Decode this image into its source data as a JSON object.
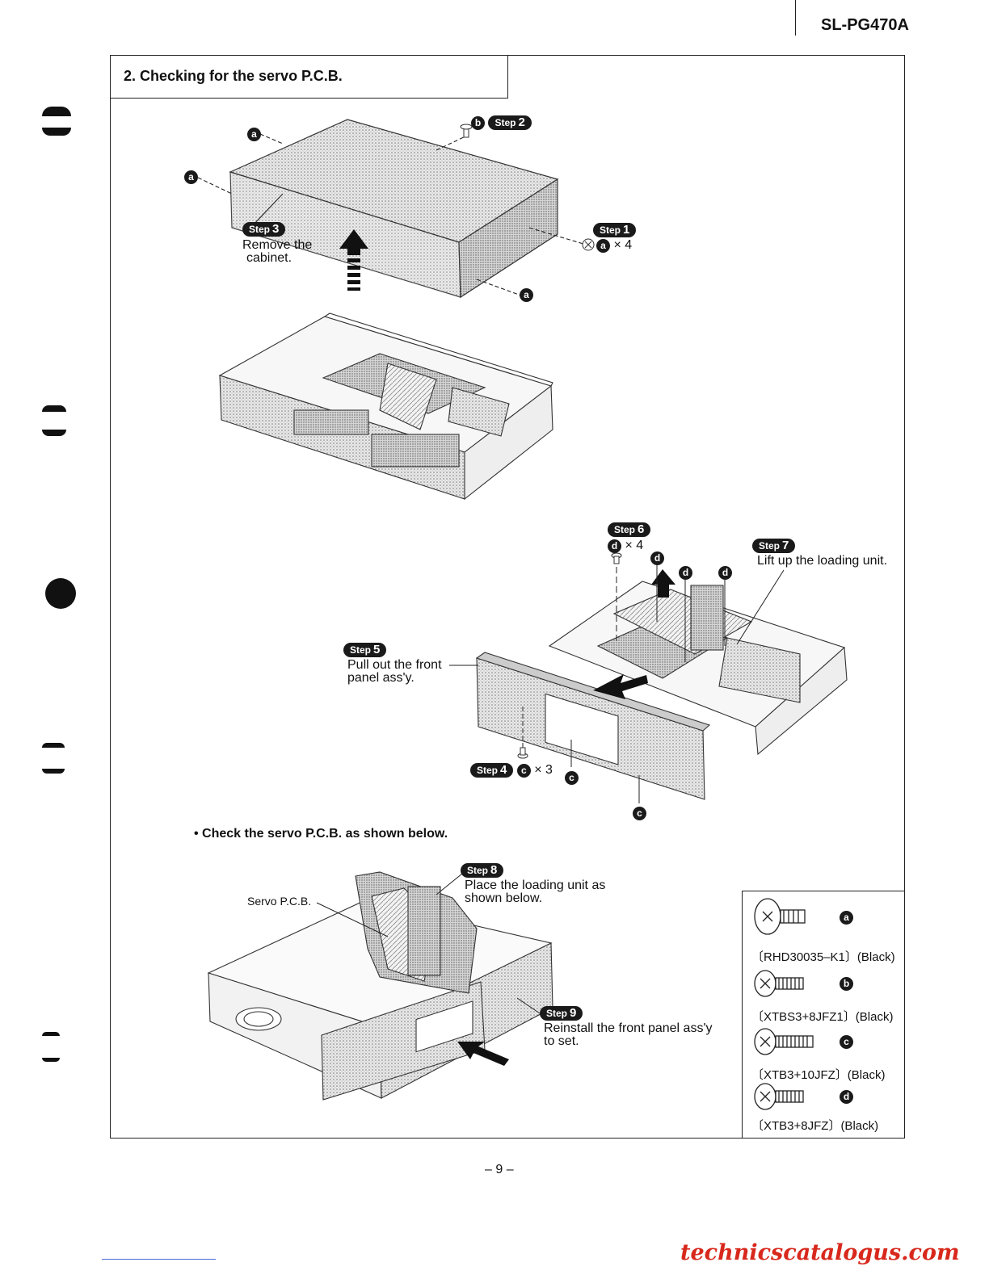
{
  "header": {
    "model": "SL-PG470A"
  },
  "section": {
    "title": "2. Checking for the servo P.C.B."
  },
  "steps": {
    "s1": {
      "label": "Step",
      "num": "1",
      "screw": "a",
      "qty": "× 4"
    },
    "s2": {
      "label": "Step",
      "num": "2",
      "screw": "b"
    },
    "s3": {
      "label": "Step",
      "num": "3",
      "text_line1": "Remove the",
      "text_line2": "cabinet."
    },
    "s4": {
      "label": "Step",
      "num": "4",
      "screw": "c",
      "qty": "× 3"
    },
    "s5": {
      "label": "Step",
      "num": "5",
      "text_line1": "Pull out the front",
      "text_line2": "panel ass'y."
    },
    "s6": {
      "label": "Step",
      "num": "6",
      "screw": "d",
      "qty": "× 4"
    },
    "s7": {
      "label": "Step",
      "num": "7",
      "text": "Lift up the loading unit."
    },
    "s8": {
      "label": "Step",
      "num": "8",
      "text_line1": "Place the loading unit as",
      "text_line2": "shown below."
    },
    "s9": {
      "label": "Step",
      "num": "9",
      "text_line1": "Reinstall the front panel ass'y",
      "text_line2": "to set."
    }
  },
  "callouts": {
    "a": "a",
    "b": "b",
    "c": "c",
    "d": "d"
  },
  "servo_label": "Servo P.C.B.",
  "check_note": "• Check the servo P.C.B. as shown below.",
  "legend": [
    {
      "letter": "a",
      "code": "〔RHD30035–K1〕(Black)"
    },
    {
      "letter": "b",
      "code": "〔XTBS3+8JFZ1〕(Black)"
    },
    {
      "letter": "c",
      "code": "〔XTB3+10JFZ〕(Black)"
    },
    {
      "letter": "d",
      "code": "〔XTB3+8JFZ〕(Black)"
    }
  ],
  "footer": {
    "page": "– 9 –",
    "watermark": "technicscatalogus.com"
  }
}
